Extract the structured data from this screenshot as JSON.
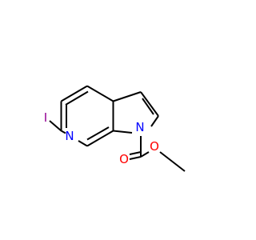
{
  "molecule": {
    "atoms": {
      "iodine": "I",
      "pyridine_nitrogen": "N",
      "pyrrole_nitrogen": "N",
      "carbonyl_oxygen": "O",
      "ester_oxygen": "O"
    },
    "colors": {
      "bond": "#000000",
      "iodine": "#940094",
      "nitrogen": "#0000FF",
      "oxygen": "#FF0000"
    }
  }
}
